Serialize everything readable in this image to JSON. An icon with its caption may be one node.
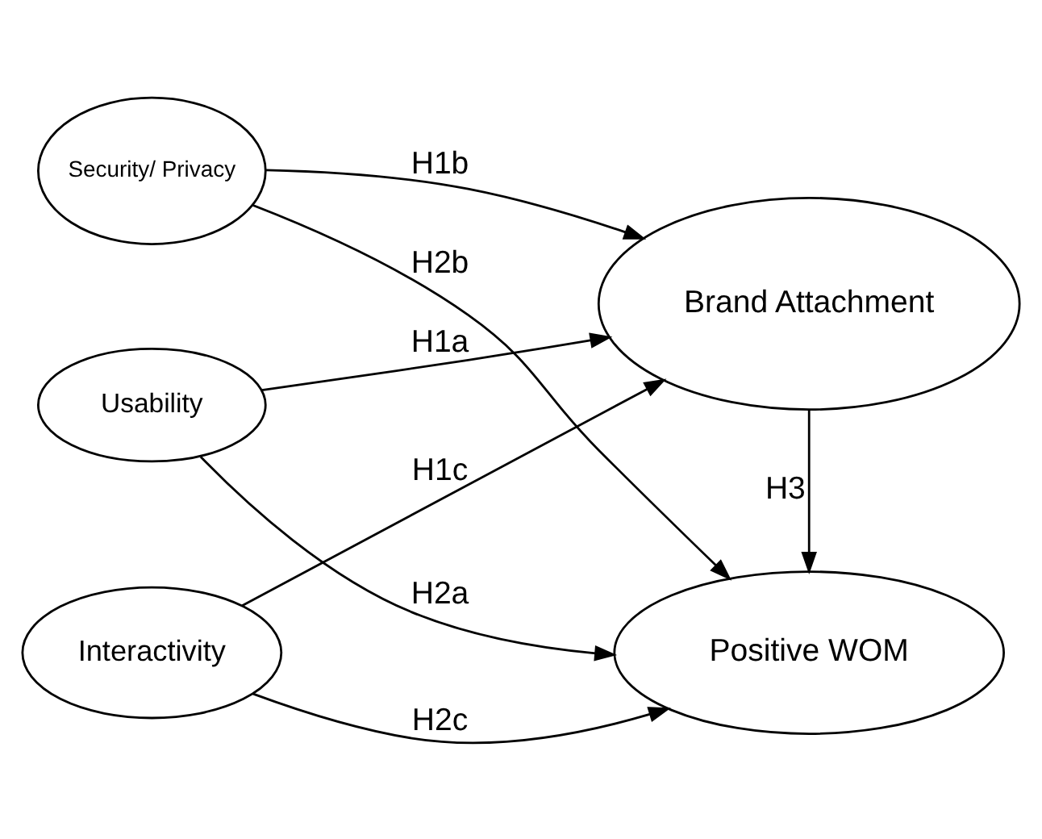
{
  "diagram": {
    "nodes": [
      {
        "text": [
          "Usability"
        ]
      },
      {
        "text": [
          "Security/ Privacy"
        ]
      },
      {
        "text": [
          "Interactivity"
        ]
      },
      {
        "text": [
          "Positive WOM"
        ]
      },
      {
        "text": [
          "Brand Attachment"
        ]
      }
    ],
    "edges": [
      {
        "from": 0,
        "to": 3,
        "arrow": "to",
        "label": "H2a"
      },
      {
        "from": 0,
        "to": 4,
        "arrow": "to",
        "label": "H1a"
      },
      {
        "from": 1,
        "to": 3,
        "arrow": "to",
        "label": "H2b"
      },
      {
        "from": 1,
        "to": 4,
        "arrow": "to",
        "label": "H1b"
      },
      {
        "from": 2,
        "to": 3,
        "arrow": "to",
        "label": "H2c"
      },
      {
        "from": 2,
        "to": 4,
        "arrow": "to",
        "label": "H1c"
      },
      {
        "from": 4,
        "to": 3,
        "arrow": "to",
        "label": "H3"
      }
    ]
  }
}
